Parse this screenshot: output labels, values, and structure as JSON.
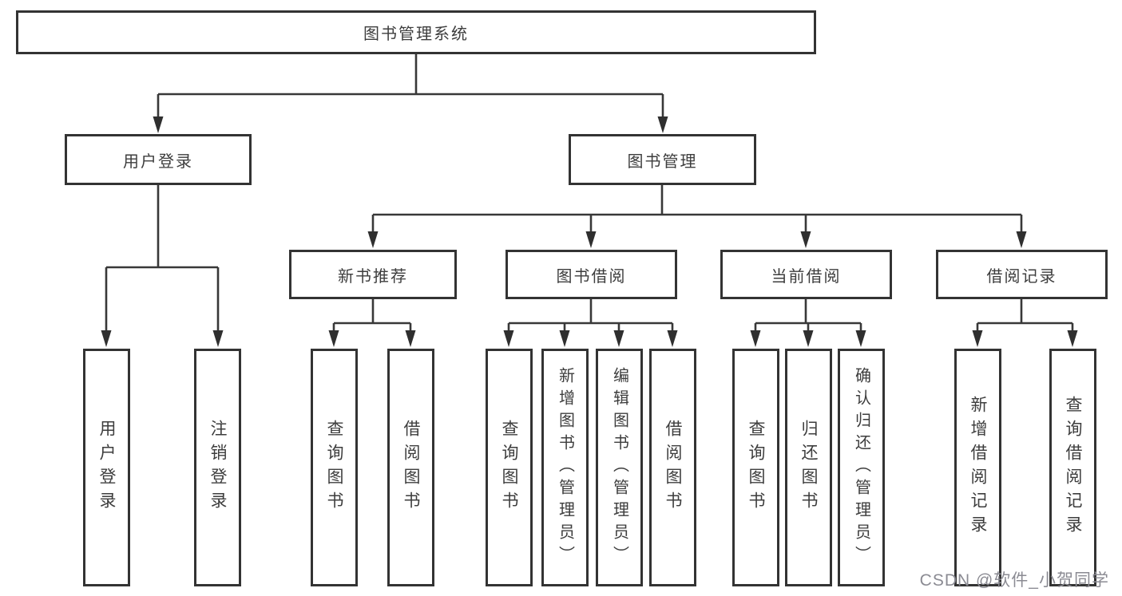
{
  "diagram": {
    "watermark": "CSDN @软件_小贺同学",
    "colors": {
      "line": "#383838",
      "box_border": "#333333",
      "text": "#3d3d3d",
      "background": "#ffffff",
      "watermark_text": "#8b8b93"
    },
    "nodes": {
      "root": {
        "label": "图书管理系统"
      },
      "user_login": {
        "label": "用户登录"
      },
      "book_mgmt": {
        "label": "图书管理"
      },
      "new_book_rec": {
        "label": "新书推荐"
      },
      "book_borrow": {
        "label": "图书借阅"
      },
      "current_borrow": {
        "label": "当前借阅"
      },
      "borrow_records": {
        "label": "借阅记录"
      },
      "login": {
        "label": "用户登录"
      },
      "logout": {
        "label": "注销登录"
      },
      "rec_query": {
        "label": "查询图书"
      },
      "rec_borrow": {
        "label": "借阅图书"
      },
      "br_query": {
        "label": "查询图书"
      },
      "br_add": {
        "label": "新增图书（管理员）"
      },
      "br_edit": {
        "label": "编辑图书（管理员）"
      },
      "br_borrow": {
        "label": "借阅图书"
      },
      "cur_query": {
        "label": "查询图书"
      },
      "cur_return": {
        "label": "归还图书"
      },
      "cur_confirm": {
        "label": "确认归还（管理员）"
      },
      "hist_add": {
        "label": "新增借阅记录"
      },
      "hist_query": {
        "label": "查询借阅记录"
      }
    },
    "edges": [
      {
        "from": "root",
        "to": [
          "user_login",
          "book_mgmt"
        ]
      },
      {
        "from": "user_login",
        "to": [
          "login",
          "logout"
        ]
      },
      {
        "from": "book_mgmt",
        "to": [
          "new_book_rec",
          "book_borrow",
          "current_borrow",
          "borrow_records"
        ]
      },
      {
        "from": "new_book_rec",
        "to": [
          "rec_query",
          "rec_borrow"
        ]
      },
      {
        "from": "book_borrow",
        "to": [
          "br_query",
          "br_add",
          "br_edit",
          "br_borrow"
        ]
      },
      {
        "from": "current_borrow",
        "to": [
          "cur_query",
          "cur_return",
          "cur_confirm"
        ]
      },
      {
        "from": "borrow_records",
        "to": [
          "hist_add",
          "hist_query"
        ]
      }
    ]
  }
}
